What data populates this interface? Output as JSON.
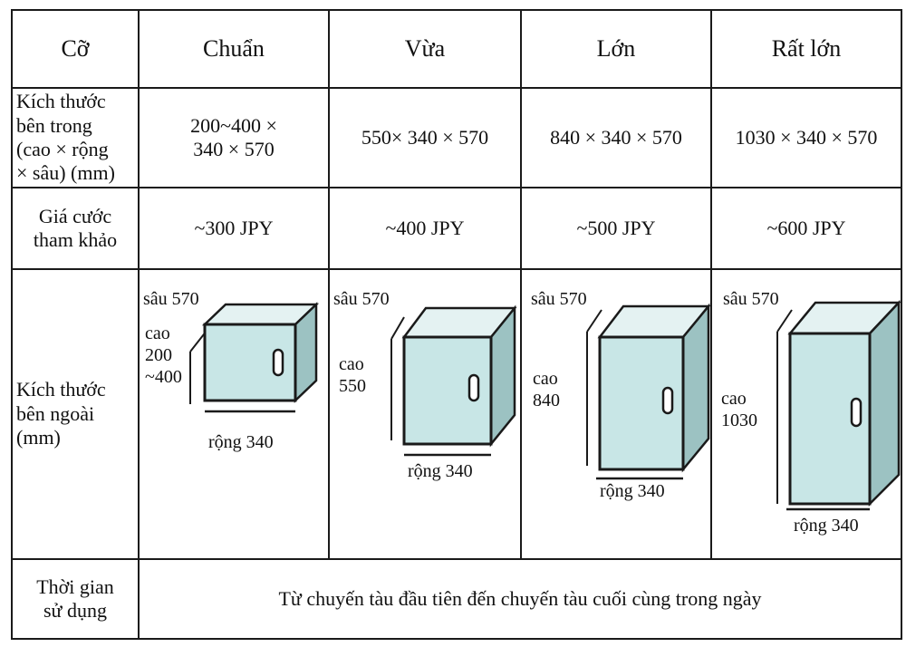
{
  "header": {
    "size_label": "Cỡ",
    "sizes": [
      "Chuẩn",
      "Vừa",
      "Lớn",
      "Rất lớn"
    ]
  },
  "rows": {
    "inner": {
      "label_lines": [
        "Kích thước",
        "bên trong",
        "(cao × rộng",
        "× sâu) (mm)"
      ],
      "values": [
        "200~400 ×\n340 × 570",
        "550× 340 × 570",
        "840 × 340 × 570",
        "1030 × 340 × 570"
      ]
    },
    "price": {
      "label_lines": [
        "Giá cước",
        "tham khảo"
      ],
      "values": [
        "~300 JPY",
        "~400 JPY",
        "~500 JPY",
        "~600 JPY"
      ]
    },
    "outer": {
      "label_lines": [
        "Kích thước",
        "bên ngoài",
        "(mm)"
      ],
      "lockers": [
        {
          "depth": "sâu 570",
          "height_lines": [
            "cao",
            "200",
            "~400"
          ],
          "width": "rộng 340"
        },
        {
          "depth": "sâu 570",
          "height_lines": [
            "cao",
            "550"
          ],
          "width": "rộng 340"
        },
        {
          "depth": "sâu 570",
          "height_lines": [
            "cao",
            "840"
          ],
          "width": "rộng 340"
        },
        {
          "depth": "sâu 570",
          "height_lines": [
            "cao",
            "1030"
          ],
          "width": "rộng 340"
        }
      ]
    },
    "time": {
      "label_lines": [
        "Thời gian",
        "sử dụng"
      ],
      "value": "Từ chuyến tàu đầu tiên đến chuyến tàu cuối cùng trong ngày"
    }
  },
  "colors": {
    "locker_front": "#c8e6e6",
    "locker_top": "#e4f2f2",
    "locker_side": "#9cc2c2",
    "outline": "#1a1a1a"
  }
}
